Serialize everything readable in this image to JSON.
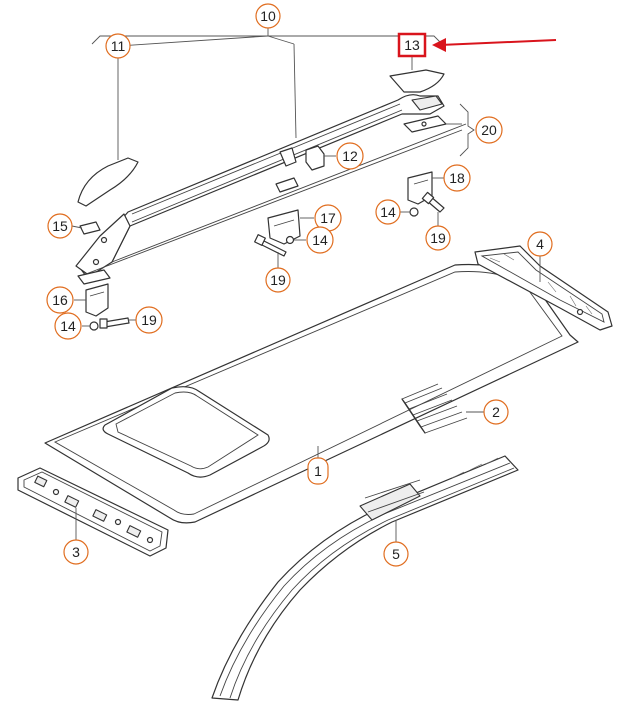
{
  "colors": {
    "callout_stroke": "#e06d1f",
    "highlight": "#d9141c",
    "line": "#333333"
  },
  "callouts": {
    "c1": "1",
    "c2": "2",
    "c3": "3",
    "c4": "4",
    "c5": "5",
    "c10": "10",
    "c11": "11",
    "c12": "12",
    "c13": "13",
    "c14a": "14",
    "c14b": "14",
    "c14c": "14",
    "c15": "15",
    "c16": "16",
    "c17": "17",
    "c18": "18",
    "c19a": "19",
    "c19b": "19",
    "c19c": "19",
    "c20": "20"
  },
  "highlighted_part": "13"
}
